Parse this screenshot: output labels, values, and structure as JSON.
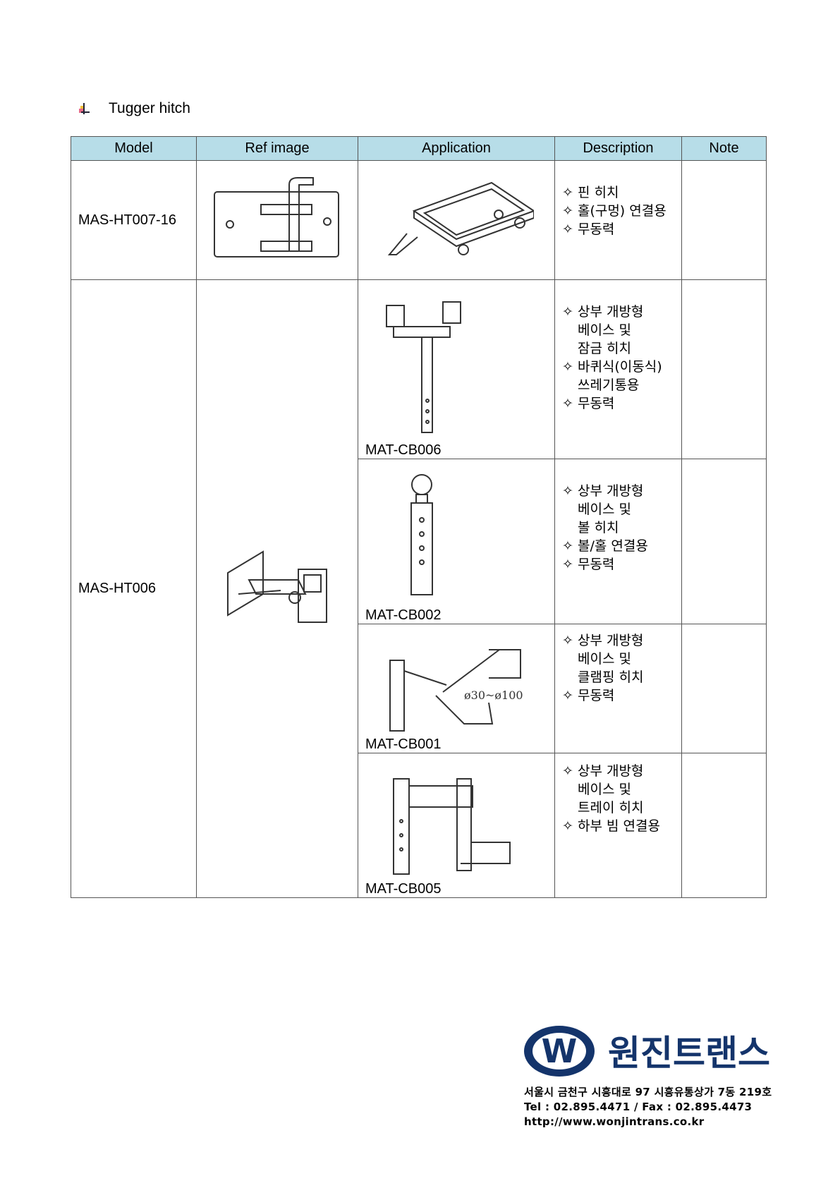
{
  "section": {
    "title": "Tugger hitch",
    "bullet_icon": "pin-bullet-icon"
  },
  "table": {
    "headers": [
      "Model",
      "Ref image",
      "Application",
      "Description",
      "Note"
    ],
    "rows": [
      {
        "model": "MAS-HT007-16",
        "desc": [
          "✧ 핀 히치",
          "✧ 홀(구멍) 연결용",
          "✧ 무동력"
        ]
      },
      {
        "model": "MAS-HT006",
        "apps": [
          {
            "label": "MAT-CB006",
            "desc": [
              "✧ 상부 개방형",
              "베이스 및",
              "잠금 히치",
              "✧ 바퀴식(이동식)",
              "쓰레기통용",
              "✧ 무동력"
            ]
          },
          {
            "label": "MAT-CB002",
            "desc": [
              "✧ 상부 개방형",
              "베이스 및",
              "볼 히치",
              "✧ 볼/홀 연결용",
              "✧ 무동력"
            ]
          },
          {
            "label": "MAT-CB001",
            "desc": [
              "✧ 상부 개방형",
              "베이스 및",
              "클램핑 히치",
              "✧ 무동력"
            ],
            "dimension": "ø30~ø100"
          },
          {
            "label": "MAT-CB005",
            "desc": [
              "✧ 상부 개방형",
              "베이스 및",
              "트레이 히치",
              "✧ 하부 빔 연결용"
            ]
          }
        ]
      }
    ]
  },
  "footer": {
    "company": "원진트랜스",
    "logo_letter": "W",
    "address": "서울시 금천구 시흥대로 97 시흥유통상가 7동 219호",
    "phone": "Tel : 02.895.4471 / Fax : 02.895.4473",
    "website": "http://www.wonjintrans.co.kr",
    "brand_color": "#14346b"
  }
}
